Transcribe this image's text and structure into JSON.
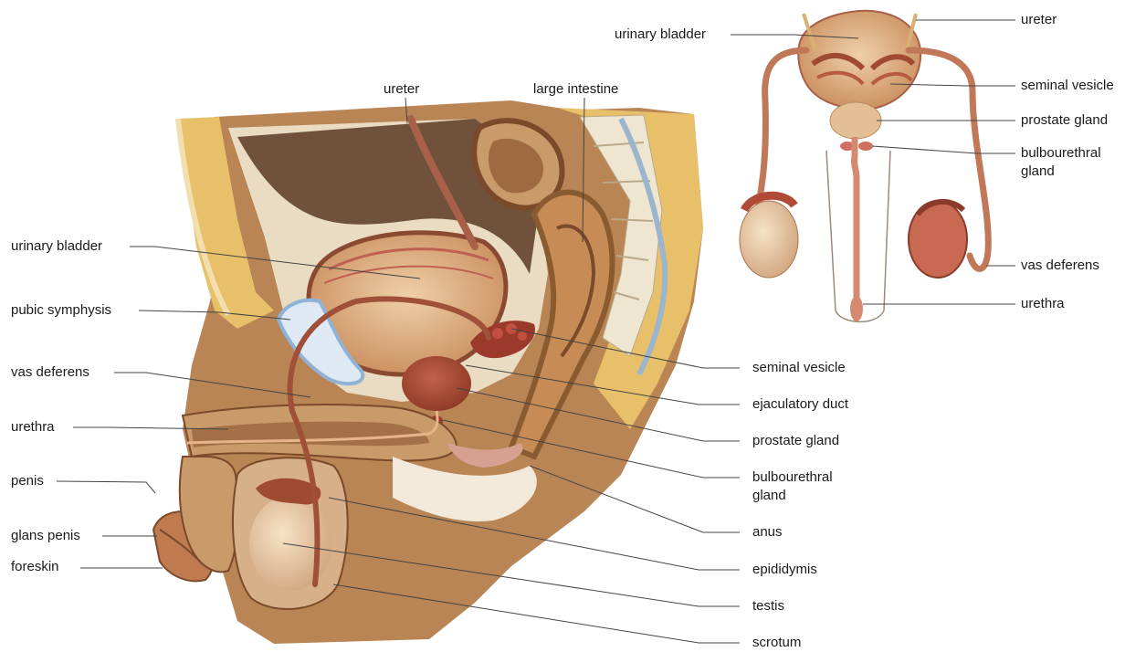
{
  "sagittal_view": {
    "top_labels": {
      "ureter": "ureter",
      "large_intestine": "large intestine"
    },
    "left_labels": {
      "urinary_bladder": "urinary bladder",
      "pubic_symphysis": "pubic symphysis",
      "vas_deferens": "vas deferens",
      "urethra": "urethra",
      "penis": "penis",
      "glans_penis": "glans penis",
      "foreskin": "foreskin"
    },
    "right_labels": {
      "seminal_vesicle": "seminal vesicle",
      "ejaculatory_duct": "ejaculatory duct",
      "prostate_gland": "prostate gland",
      "bulbourethral_gland": "bulbourethral gland",
      "anus": "anus",
      "epididymis": "epididymis",
      "testis": "testis",
      "scrotum": "scrotum"
    }
  },
  "frontal_view": {
    "labels": {
      "urinary_bladder": "urinary bladder",
      "ureter": "ureter",
      "seminal_vesicle": "seminal vesicle",
      "prostate_gland": "prostate gland",
      "bulbourethral_gland": "bulbourethral gland",
      "vas_deferens": "vas deferens",
      "urethra": "urethra"
    }
  }
}
